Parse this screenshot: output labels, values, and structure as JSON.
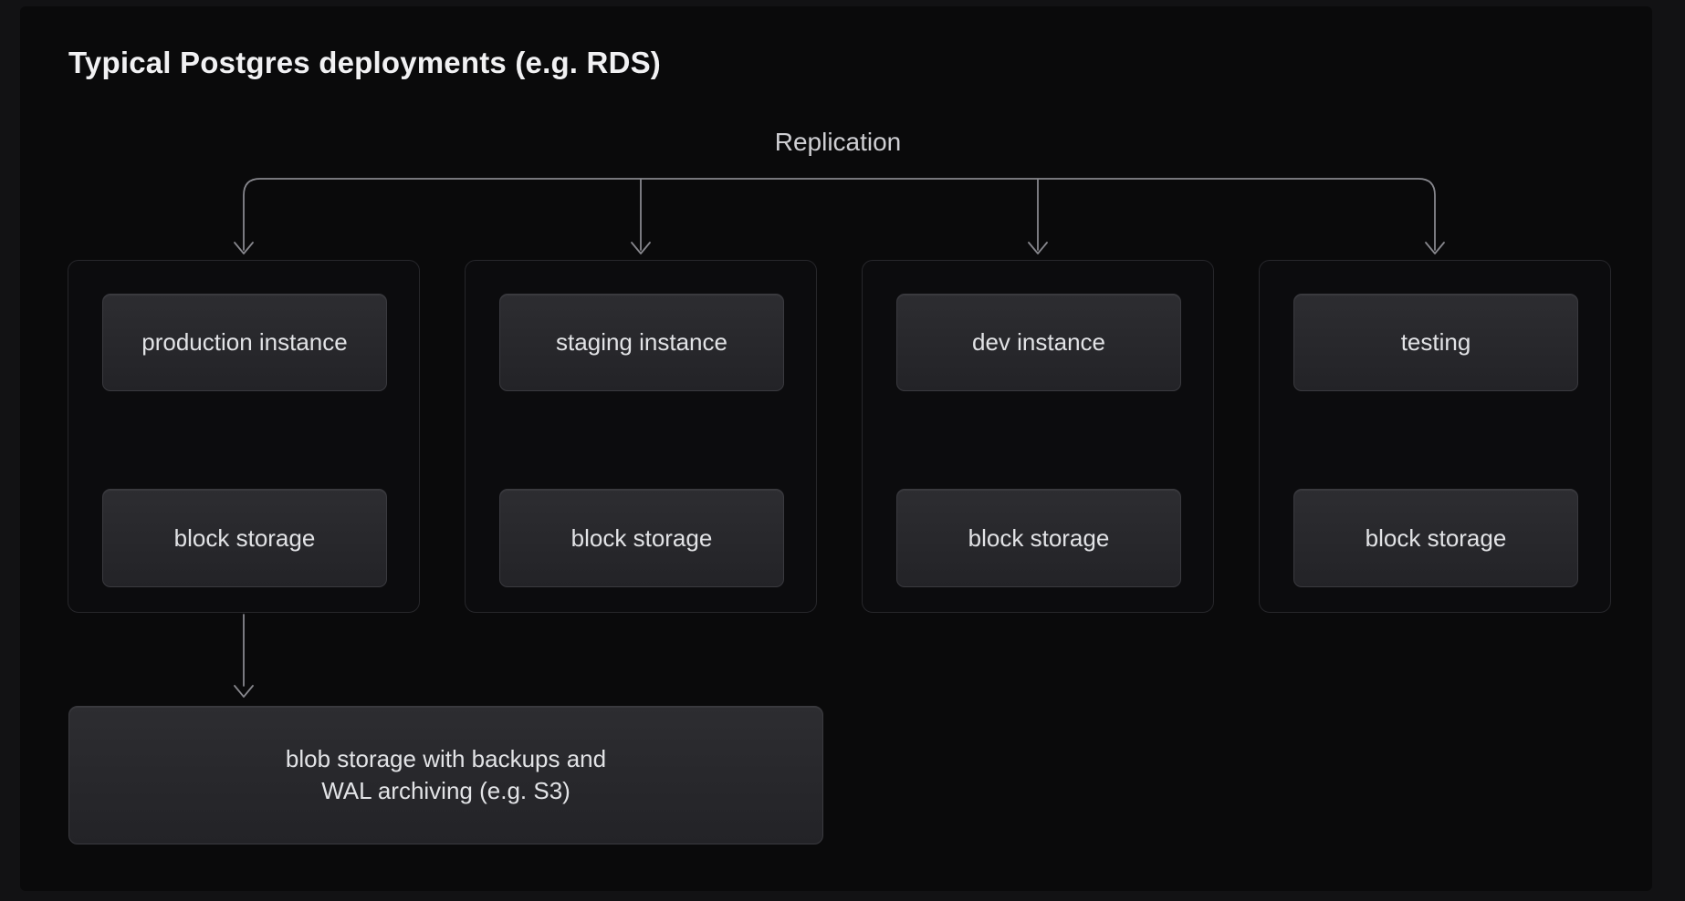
{
  "title": "Typical Postgres deployments (e.g. RDS)",
  "replication": {
    "label": "Replication"
  },
  "columns": [
    {
      "id": "production",
      "instance_label": "production instance",
      "storage_label": "block storage"
    },
    {
      "id": "staging",
      "instance_label": "staging instance",
      "storage_label": "block storage"
    },
    {
      "id": "dev",
      "instance_label": "dev instance",
      "storage_label": "block storage"
    },
    {
      "id": "testing",
      "instance_label": "testing",
      "storage_label": "block storage"
    }
  ],
  "blob_storage": {
    "line1": "blob storage with backups and",
    "line2": "WAL archiving (e.g. S3)"
  },
  "colors": {
    "page_bg": "#121214",
    "canvas_bg": "#0a0a0b",
    "group_border": "#27272b",
    "node_fill_top": "#2d2d31",
    "node_fill_bottom": "#232327",
    "node_border": "#3a3a3f",
    "connector": "#87878d",
    "title_text": "#f1f1f3",
    "label_text": "#cfcfd3",
    "node_text": "#e2e3e6"
  }
}
